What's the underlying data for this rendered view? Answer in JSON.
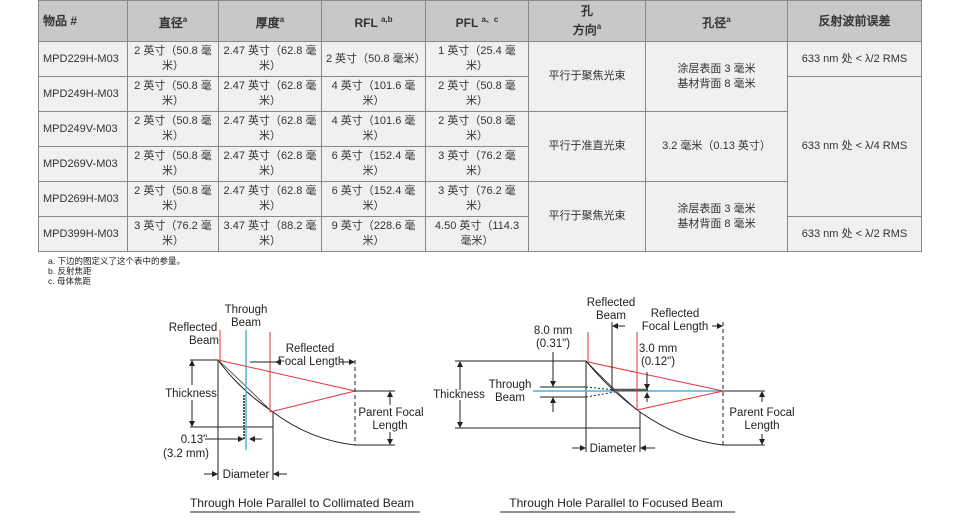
{
  "table": {
    "headers": {
      "item": "物品 #",
      "diameter": "直径",
      "thickness": "厚度",
      "rfl": "RFL",
      "pfl": "PFL",
      "hole_orientation_1": "孔",
      "hole_orientation_2": "方向",
      "hole_diameter": "孔径",
      "wavefront": "反射波前误差"
    },
    "header_sups": {
      "diameter": "a",
      "thickness": "a",
      "rfl": "a,b",
      "pfl": "a、c",
      "hole_orientation": "a",
      "hole_diameter": "a"
    },
    "rows": [
      {
        "item": "MPD229H-M03",
        "diameter": "2 英寸（50.8 毫米）",
        "thickness": "2.47 英寸（62.8 毫米）",
        "rfl": "2 英寸（50.8 毫米）",
        "pfl": "1 英寸（25.4 毫米）"
      },
      {
        "item": "MPD249H-M03",
        "diameter": "2 英寸（50.8 毫米）",
        "thickness": "2.47 英寸（62.8 毫米）",
        "rfl": "4 英寸（101.6 毫米）",
        "pfl": "2 英寸（50.8 毫米）"
      },
      {
        "item": "MPD249V-M03",
        "diameter": "2 英寸（50.8 毫米）",
        "thickness": "2.47 英寸（62.8 毫米）",
        "rfl": "4 英寸（101.6 毫米）",
        "pfl": "2 英寸（50.8 毫米）"
      },
      {
        "item": "MPD269V-M03",
        "diameter": "2 英寸（50.8 毫米）",
        "thickness": "2.47 英寸（62.8 毫米）",
        "rfl": "6 英寸（152.4 毫米）",
        "pfl": "3 英寸（76.2 毫米）"
      },
      {
        "item": "MPD269H-M03",
        "diameter": "2 英寸（50.8 毫米）",
        "thickness": "2.47 英寸（62.8 毫米）",
        "rfl": "6 英寸（152.4 毫米）",
        "pfl": "3 英寸（76.2 毫米）"
      },
      {
        "item": "MPD399H-M03",
        "diameter": "3 英寸（76.2 毫米）",
        "thickness": "3.47 英寸（88.2 毫米）",
        "rfl": "9 英寸（228.6 毫米）",
        "pfl": "4.50 英寸（114.3 毫米）"
      }
    ],
    "orientation": [
      "平行于聚焦光束",
      "平行于准直光束",
      "平行于聚焦光束"
    ],
    "hole_diameter": [
      {
        "l1": "涂层表面 3 毫米",
        "l2": "基材背面 8 毫米"
      },
      {
        "l1": "3.2 毫米（0.13 英寸）"
      },
      {
        "l1": "涂层表面 3 毫米",
        "l2": "基材背面 8 毫米"
      }
    ],
    "wavefront": [
      "633 nm 处 < λ/2 RMS",
      "633 nm 处 < λ/4 RMS",
      "633 nm 处 < λ/2 RMS"
    ]
  },
  "notes": [
    "a. 下边的图定义了这个表中的参量。",
    "b. 反射焦距",
    "c. 母体焦距"
  ],
  "diagram1": {
    "through1": "Through",
    "through2": "Beam",
    "refl1": "Reflected",
    "refl2": "Beam",
    "rfl1": "Reflected",
    "rfl2": "Focal Length",
    "thickness": "Thickness",
    "pfl1": "Parent Focal",
    "pfl2": "Length",
    "hole1": "0.13\"",
    "hole2": "(3.2 mm)",
    "diameter": "Diameter",
    "caption": "Through Hole Parallel to Collimated Beam"
  },
  "diagram2": {
    "refl1": "Reflected",
    "refl2": "Beam",
    "rfl1": "Reflected",
    "rfl2": "Focal Length",
    "back1": "8.0 mm",
    "back2": "(0.31\")",
    "front1": "3.0 mm",
    "front2": "(0.12\")",
    "through1": "Through",
    "through2": "Beam",
    "thickness": "Thickness",
    "pfl1": "Parent Focal",
    "pfl2": "Length",
    "diameter": "Diameter",
    "caption": "Through Hole Parallel to Focused Beam"
  },
  "colors": {
    "reflected": "#e8323c",
    "through": "#4ab4e0",
    "header": "#c8c8c8",
    "cell": "#f0f0f0"
  }
}
